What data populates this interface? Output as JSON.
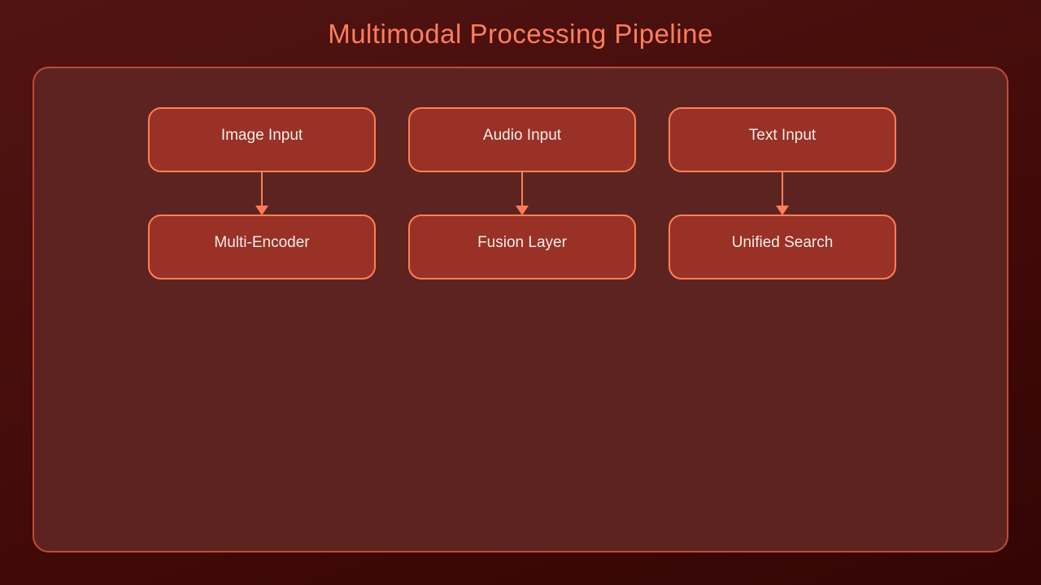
{
  "title": "Multimodal Processing Pipeline",
  "colors": {
    "accent": "#ff7e55",
    "title_color": "#ff7e5c",
    "container_border": "#c14b31",
    "container_fill": "#5d2321",
    "node_fill": "#993126",
    "node_border": "#ff8055",
    "node_text": "#f2ece8",
    "background_top": "#521413",
    "background_bottom": "#340404"
  },
  "pipeline": {
    "columns": [
      {
        "input": {
          "label": "Image Input"
        },
        "output": {
          "label": "Multi-Encoder"
        }
      },
      {
        "input": {
          "label": "Audio Input"
        },
        "output": {
          "label": "Fusion Layer"
        }
      },
      {
        "input": {
          "label": "Text Input"
        },
        "output": {
          "label": "Unified Search"
        }
      }
    ]
  }
}
